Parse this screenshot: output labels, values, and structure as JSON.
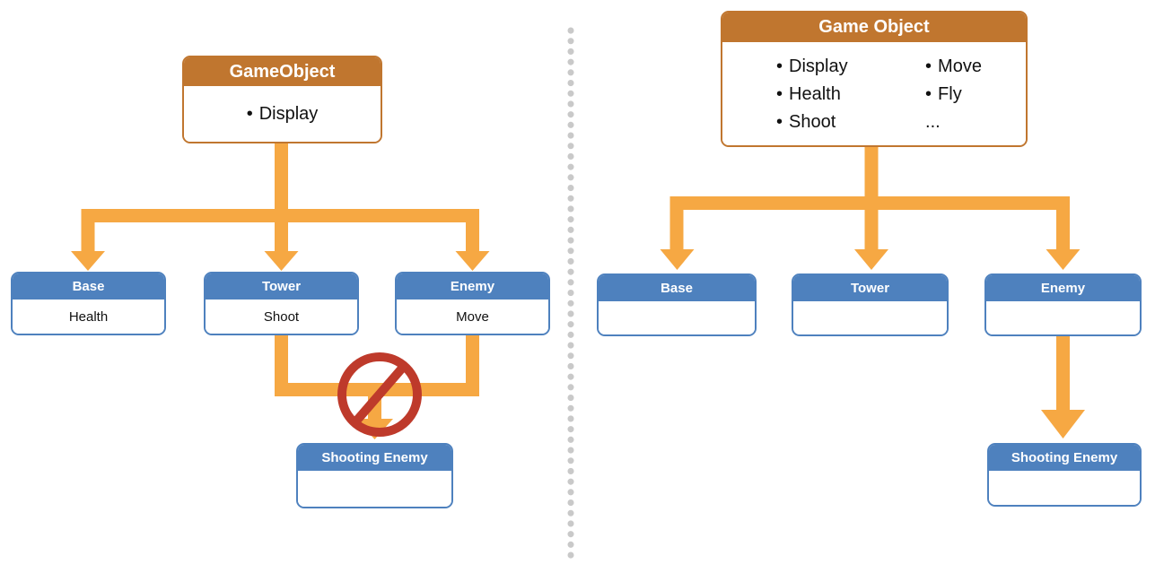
{
  "glyphs": {
    "bullet": "•"
  },
  "colors": {
    "root_header": "#C0762F",
    "child_header": "#4E81BE",
    "connector_orange": "#F6A843",
    "prohibition_red": "#BE3A2B",
    "divider_gray": "#C9C9C9"
  },
  "left_panel": {
    "root": {
      "title": "GameObject",
      "items": [
        "Display"
      ]
    },
    "children": [
      {
        "title": "Base",
        "body": "Health"
      },
      {
        "title": "Tower",
        "body": "Shoot"
      },
      {
        "title": "Enemy",
        "body": "Move"
      }
    ],
    "grandchild": {
      "title": "Shooting Enemy"
    }
  },
  "right_panel": {
    "root": {
      "title": "Game Object",
      "columns": [
        [
          "Display",
          "Health",
          "Shoot"
        ],
        [
          "Move",
          "Fly",
          "..."
        ]
      ]
    },
    "children": [
      {
        "title": "Base"
      },
      {
        "title": "Tower"
      },
      {
        "title": "Enemy"
      }
    ],
    "grandchild": {
      "title": "Shooting Enemy"
    }
  }
}
